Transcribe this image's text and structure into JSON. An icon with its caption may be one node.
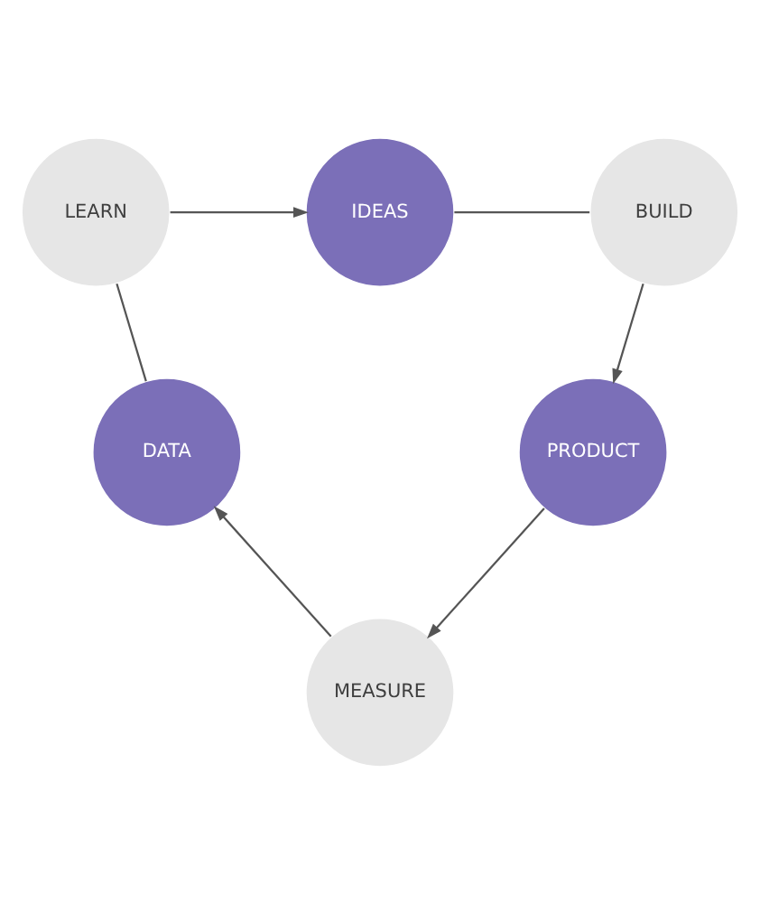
{
  "diagram": {
    "nodes": [
      {
        "text": [
          "LEARN"
        ]
      },
      {
        "text": [
          "IDEAS"
        ]
      },
      {
        "text": [
          "BUILD"
        ]
      },
      {
        "text": [
          "PRODUCT"
        ]
      },
      {
        "text": [
          "MEASURE"
        ]
      },
      {
        "text": [
          "DATA"
        ]
      }
    ],
    "edges": [
      {
        "from": 0,
        "to": 1,
        "arrow": "to"
      },
      {
        "from": 1,
        "to": 2,
        "arrow": "none"
      },
      {
        "from": 2,
        "to": 3,
        "arrow": "to"
      },
      {
        "from": 3,
        "to": 4,
        "arrow": "to"
      },
      {
        "from": 4,
        "to": 5,
        "arrow": "to"
      },
      {
        "from": 5,
        "to": 0,
        "arrow": "none"
      }
    ]
  }
}
